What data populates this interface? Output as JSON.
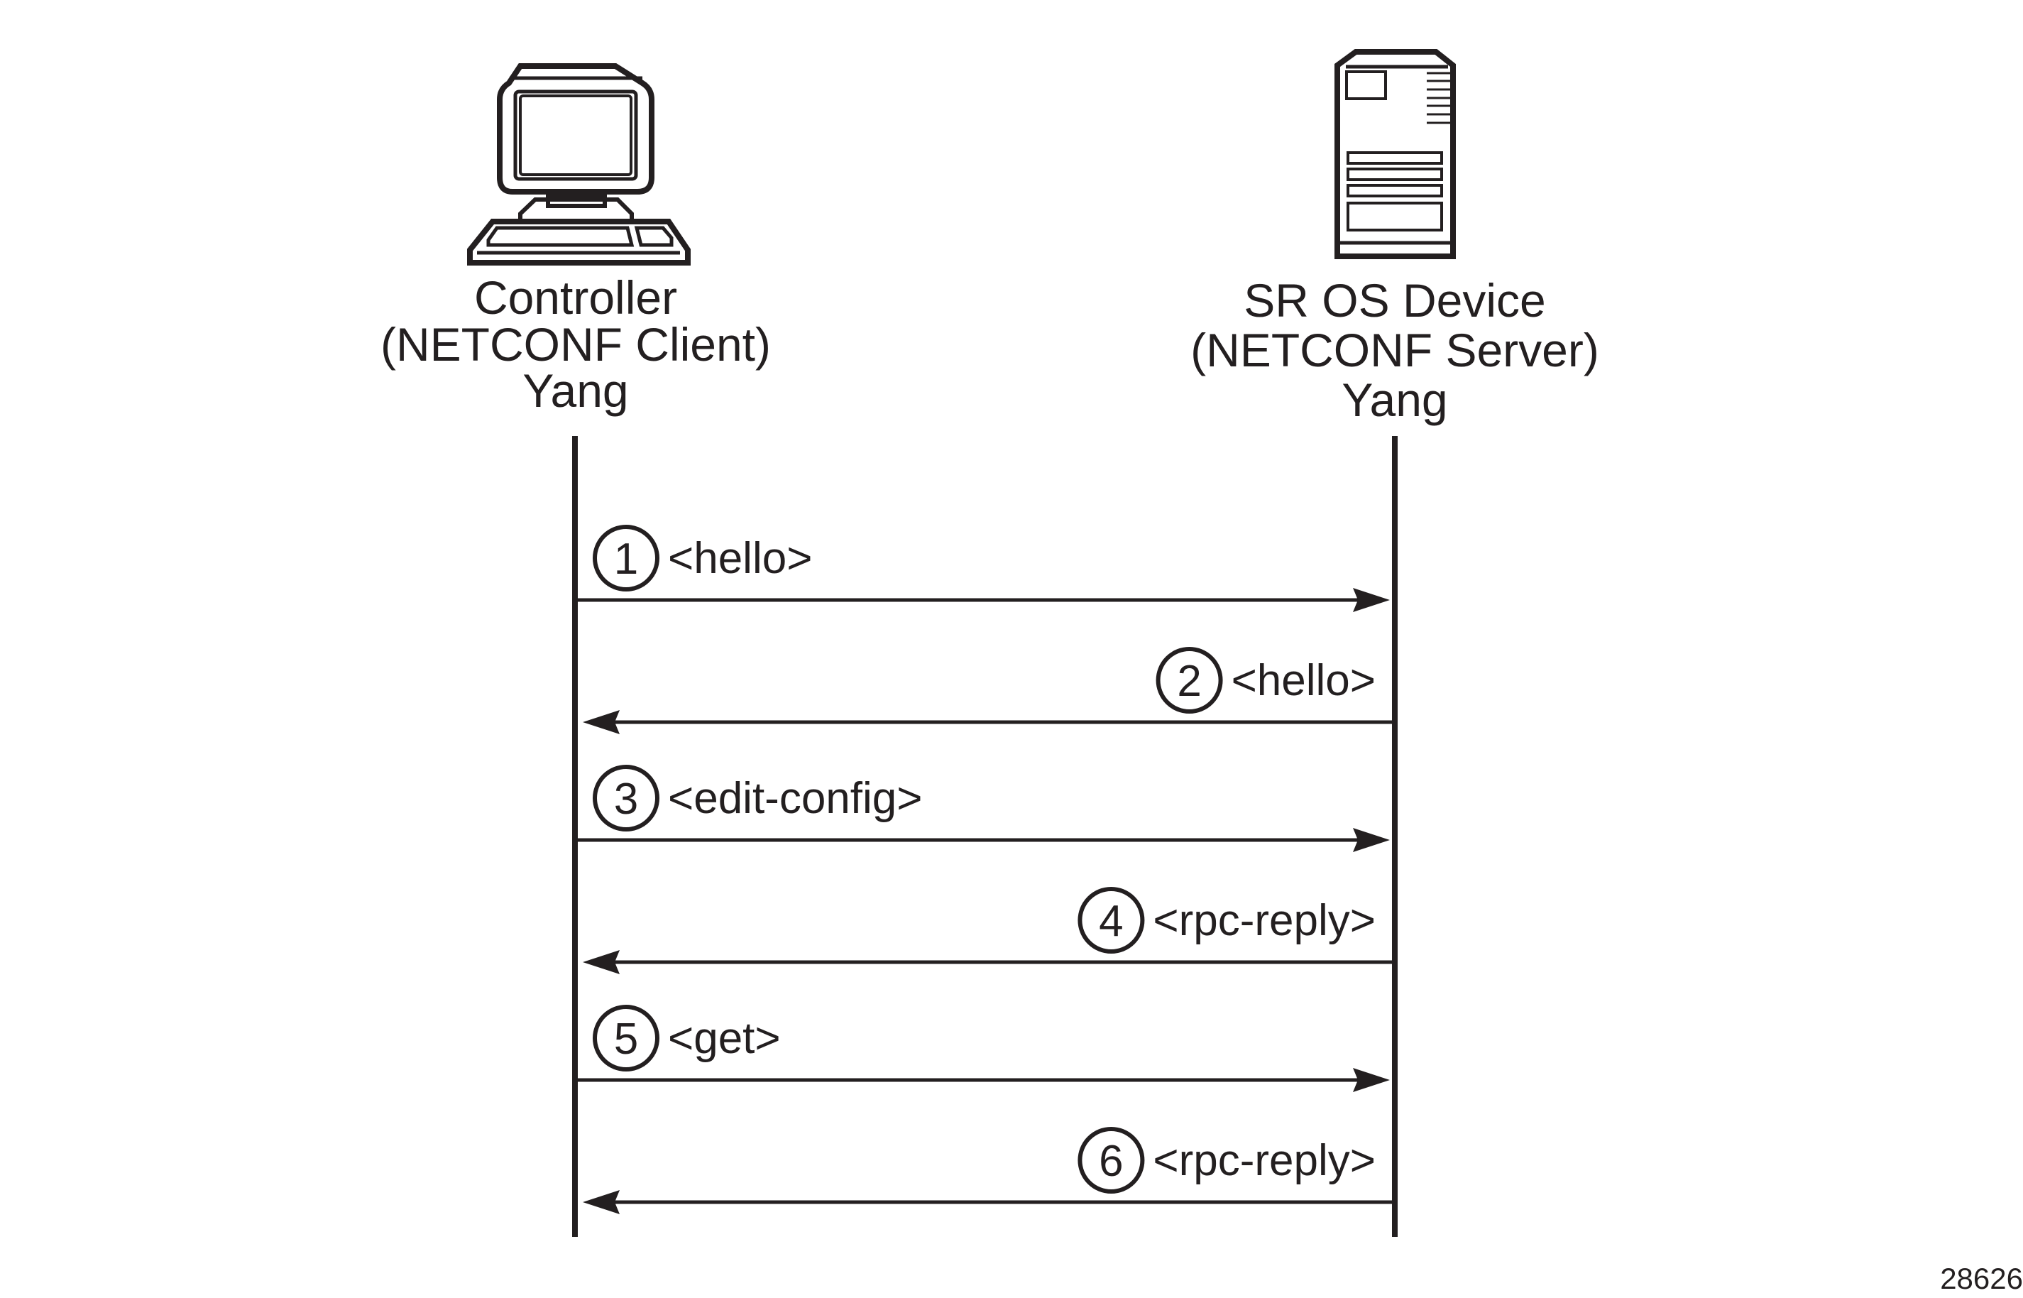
{
  "diagram": {
    "type": "sequence-diagram",
    "colors": {
      "ink": "#231f20",
      "background": "#ffffff"
    },
    "participants": [
      {
        "id": "controller",
        "icon": "desktop-computer-icon",
        "label_lines": [
          "Controller",
          "(NETCONF Client)",
          "Yang"
        ]
      },
      {
        "id": "device",
        "icon": "server-tower-icon",
        "label_lines": [
          "SR OS Device",
          "(NETCONF Server)",
          "Yang"
        ]
      }
    ],
    "messages": [
      {
        "step": "1",
        "label": "<hello>",
        "from": "controller",
        "to": "device"
      },
      {
        "step": "2",
        "label": "<hello>",
        "from": "device",
        "to": "controller"
      },
      {
        "step": "3",
        "label": "<edit-config>",
        "from": "controller",
        "to": "device"
      },
      {
        "step": "4",
        "label": "<rpc-reply>",
        "from": "device",
        "to": "controller"
      },
      {
        "step": "5",
        "label": "<get>",
        "from": "controller",
        "to": "device"
      },
      {
        "step": "6",
        "label": "<rpc-reply>",
        "from": "device",
        "to": "controller"
      }
    ],
    "figure_number": "28626"
  }
}
